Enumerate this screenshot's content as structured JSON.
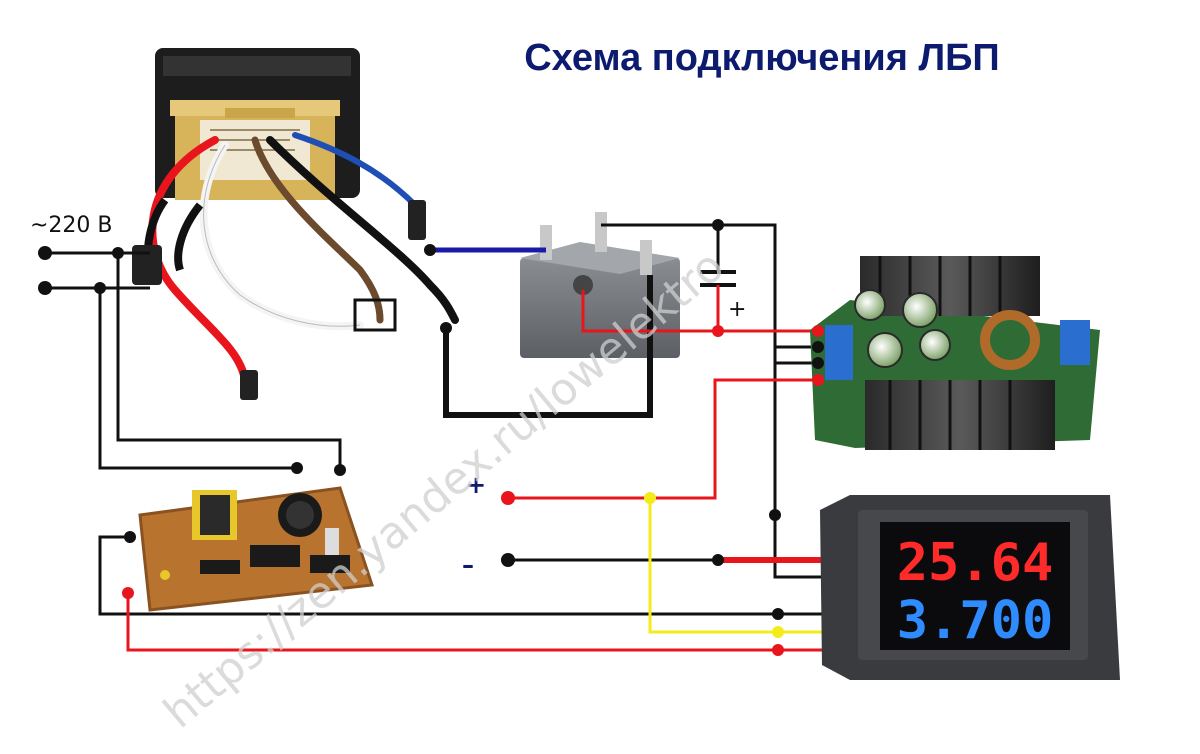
{
  "title": "Схема подключения ЛБП",
  "mains_label": "~220 В",
  "output_plus_label": "+",
  "output_minus_label": "–",
  "capacitor_plus_label": "+",
  "voltmeter_top_reading": "25.64",
  "voltmeter_bottom_reading": "3.700",
  "watermark": "https://zen.yandex.ru/lowelektro",
  "colors": {
    "title": "#0d1b6e",
    "wire_red": "#e8151c",
    "wire_black": "#111111",
    "wire_yellow": "#f3ec1a",
    "wire_blue": "#1a1aa8",
    "display_red": "#ff2a2a",
    "display_blue": "#2f8cff"
  }
}
